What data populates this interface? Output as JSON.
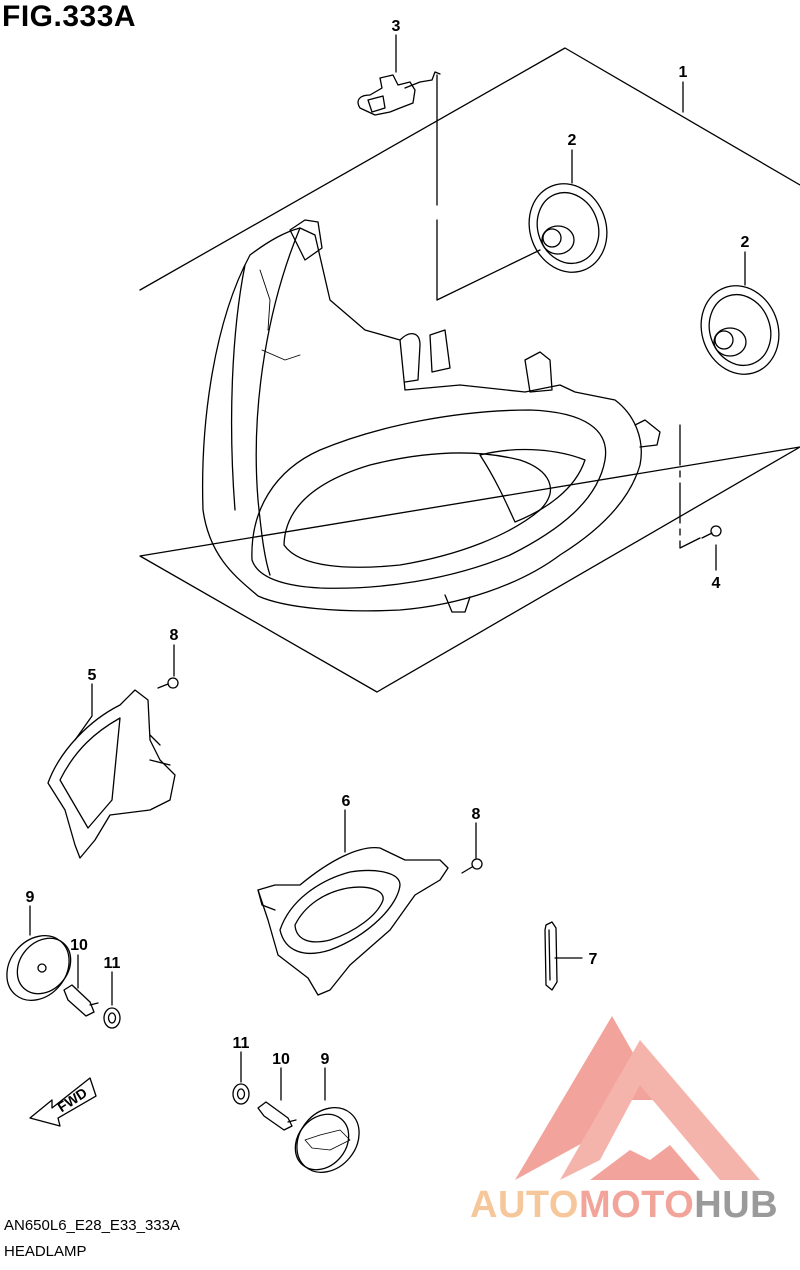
{
  "figure": {
    "title": "FIG.333A",
    "code": "AN650L6_E28_E33_333A",
    "caption": "HEADLAMP"
  },
  "callouts": [
    "1",
    "2",
    "2",
    "3",
    "4",
    "5",
    "6",
    "7",
    "8",
    "8",
    "9",
    "9",
    "10",
    "10",
    "11",
    "11"
  ],
  "fwd_label": "FWD",
  "watermark": {
    "part1": "AUTO",
    "part2": "MOTO",
    "part3": "HUB",
    "colors": {
      "auto": "#f6c79a",
      "moto": "#f2a49a",
      "hub": "#9a9a9a",
      "mark": "#f0938a"
    }
  }
}
